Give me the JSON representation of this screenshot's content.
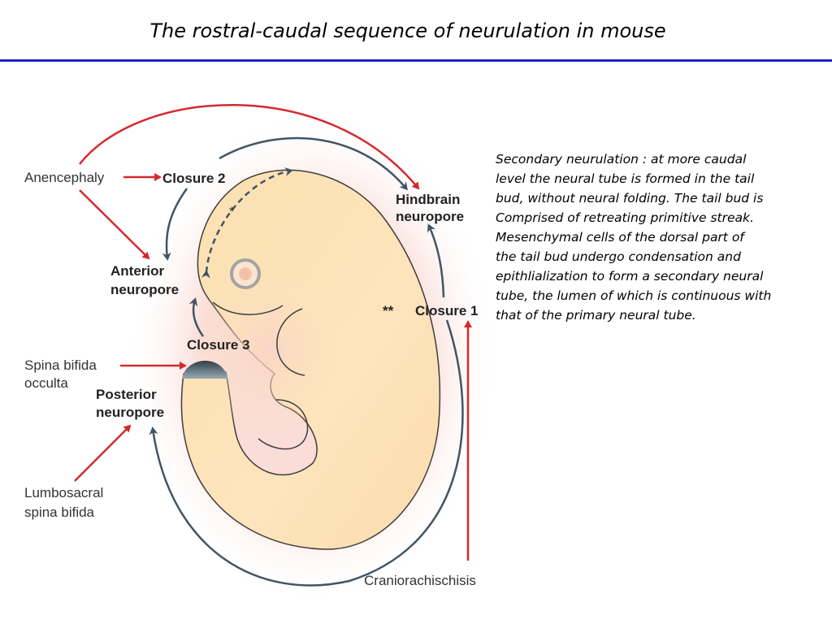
{
  "title": "The rostral-caudal sequence of neurulation in mouse",
  "labels": {
    "anencephaly": "Anencephaly",
    "closure2": "Closure 2",
    "hindbrain_line1": "Hindbrain",
    "hindbrain_line2": "neuropore",
    "anterior_line1": "Anterior",
    "anterior_line2": "neuropore",
    "double_star": "**",
    "single_star": "*",
    "closure1": "Closure 1",
    "closure3": "Closure 3",
    "spina_occulta_line1": "Spina bifida",
    "spina_occulta_line2": "occulta",
    "posterior_line1": "Posterior",
    "posterior_line2": "neuropore",
    "lumbosacral_line1": "Lumbosacral",
    "lumbosacral_line2": "spina bifida",
    "craniorachischisis": "Craniorachischisis"
  },
  "side_text": [
    "Secondary neurulation : at more caudal",
    "level the neural tube is formed in the tail",
    "bud, without neural folding. The tail bud is",
    "Comprised of retreating primitive streak.",
    "Mesenchymal cells of the dorsal part of",
    "the tail bud undergo condensation and",
    "epithlialization to form a secondary neural",
    "tube, the lumen of which is continuous with",
    "that of the primary neural tube."
  ],
  "colors": {
    "title_rule": "#2020c8",
    "defect_arrow": "#d42a2e",
    "closure_arrow": "#3f5565",
    "embryo_fill": "#fde2b4",
    "halo": "#fad9d2"
  }
}
